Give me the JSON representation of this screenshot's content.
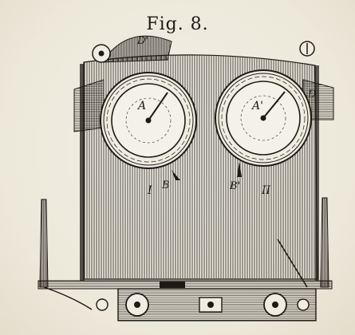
{
  "figure": {
    "caption": "Fig. 8.",
    "labels": {
      "d_prime": "D'",
      "a": "A",
      "a_prime": "A'",
      "d": "D",
      "i": "I",
      "ii": "II",
      "b": "B",
      "b_prime": "B'"
    }
  },
  "colors": {
    "ink": "#1d1a16",
    "paper": "#efece0"
  }
}
